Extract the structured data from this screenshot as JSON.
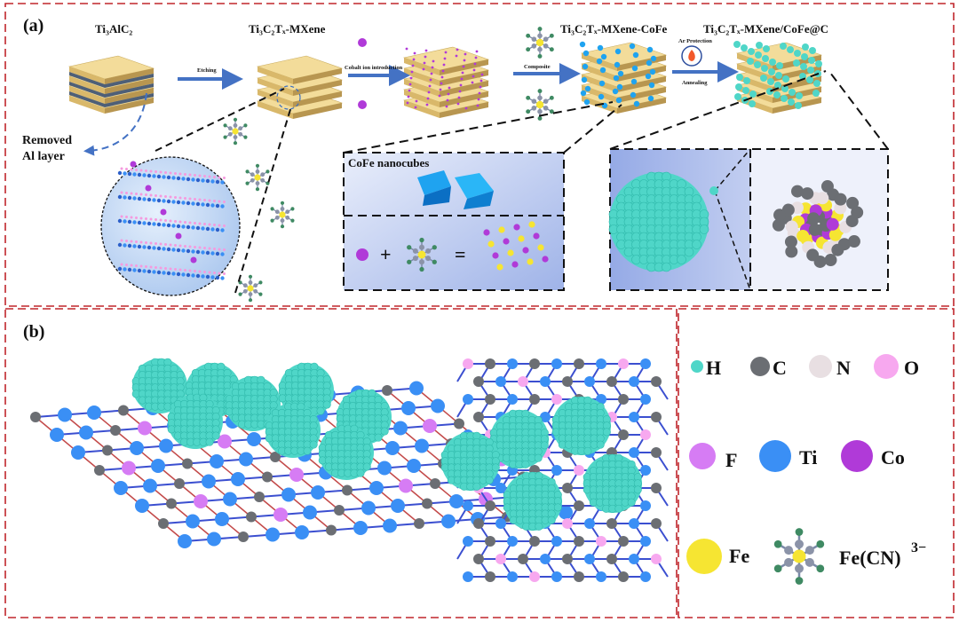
{
  "panel_a": {
    "label": "(a)",
    "titles": {
      "max_phase": "Ti₃AlC₂",
      "mxene": "Ti₃C₂Tₓ-MXene",
      "mxene_cofe": "Ti₃C₂Tₓ-MXene-CoFe",
      "mxene_cofe_c": "Ti₃C₂Tₓ-MXene/CoFe@C"
    },
    "steps": {
      "etching": "Etching",
      "cobalt": "Cobalt ion introduction",
      "composite": "Composite",
      "ar_protection": "Ar Protection",
      "annealing": "Annealing"
    },
    "removed_al": [
      "Removed",
      "Al layer"
    ],
    "nanocubes_label": "CoFe nanocubes",
    "equation": {
      "plus": "+",
      "equals": "="
    }
  },
  "panel_b": {
    "label": "(b)",
    "legend": [
      {
        "symbol": "H",
        "color": "#4fd6c8"
      },
      {
        "symbol": "C",
        "color": "#6b6e73"
      },
      {
        "symbol": "N",
        "color": "#e8dfe2"
      },
      {
        "symbol": "O",
        "color": "#f7a8ef"
      },
      {
        "symbol": "F",
        "color": "#d67cf4"
      },
      {
        "symbol": "Ti",
        "color": "#3a8ff5"
      },
      {
        "symbol": "Co",
        "color": "#b03ad8"
      },
      {
        "symbol": "Fe",
        "color": "#f6e532"
      }
    ],
    "complex_label": "Fe(CN)",
    "complex_charge": "3−"
  },
  "colors": {
    "frame": "#c0262c",
    "arrow": "#4472c4",
    "layer": "#f3dc9a",
    "cube": "#1fa3f0",
    "sphere": "#4fd6c8"
  }
}
